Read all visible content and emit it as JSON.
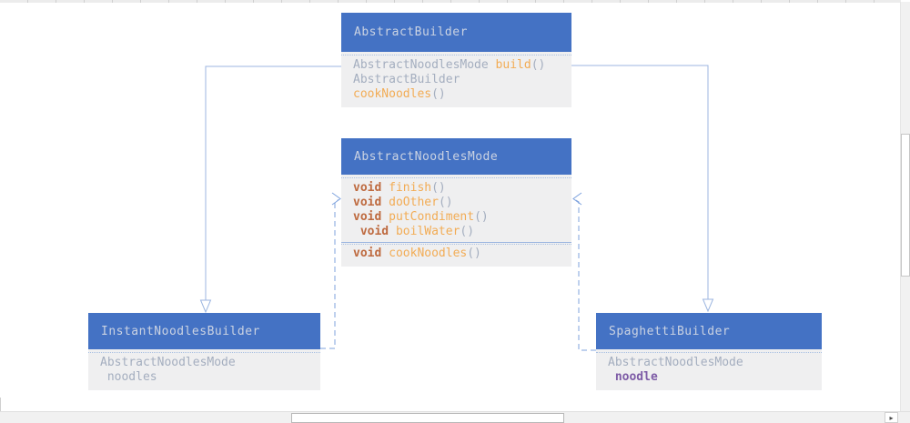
{
  "palette": {
    "header_bg": "#4472C4",
    "header_text": "#CBD3E2",
    "body_bg": "#EFEFF0",
    "text_gray": "#A4AEBF",
    "text_orange": "#F2AC55",
    "text_keyword": "#BE6A3F",
    "text_purple": "#7D5BA6",
    "divider": "#A9C0E2",
    "connector": "#9CB6E0",
    "connector_dashed": "#7FA3DE",
    "scroll_track": "#F1F1F1"
  },
  "classes": [
    {
      "title": "AbstractBuilder",
      "sections": [
        {
          "lines": [
            {
              "tokens": [
                {
                  "t": "AbstractNoodlesMode ",
                  "s": "gray"
                },
                {
                  "t": "build",
                  "s": "orange"
                },
                {
                  "t": "()",
                  "s": "gray"
                }
              ]
            },
            {
              "tokens": [
                {
                  "t": "AbstractBuilder",
                  "s": "gray"
                }
              ]
            },
            {
              "tokens": [
                {
                  "t": "cookNoodles",
                  "s": "orange"
                },
                {
                  "t": "()",
                  "s": "gray"
                }
              ]
            }
          ]
        }
      ]
    },
    {
      "title": "AbstractNoodlesMode",
      "sections": [
        {
          "lines": [
            {
              "tokens": [
                {
                  "t": "void ",
                  "s": "keyword"
                },
                {
                  "t": "finish",
                  "s": "orange"
                },
                {
                  "t": "()",
                  "s": "gray"
                }
              ]
            },
            {
              "tokens": [
                {
                  "t": "void ",
                  "s": "keyword"
                },
                {
                  "t": "doOther",
                  "s": "orange"
                },
                {
                  "t": "()",
                  "s": "gray"
                }
              ]
            },
            {
              "tokens": [
                {
                  "t": "void ",
                  "s": "keyword"
                },
                {
                  "t": "putCondiment",
                  "s": "orange"
                },
                {
                  "t": "()",
                  "s": "gray"
                }
              ]
            },
            {
              "tokens": [
                {
                  "t": " void ",
                  "s": "keyword"
                },
                {
                  "t": "boilWater",
                  "s": "orange"
                },
                {
                  "t": "()",
                  "s": "gray"
                }
              ]
            }
          ]
        },
        {
          "lines": [
            {
              "tokens": [
                {
                  "t": "void ",
                  "s": "keyword"
                },
                {
                  "t": "cookNoodles",
                  "s": "orange"
                },
                {
                  "t": "()",
                  "s": "gray"
                }
              ]
            }
          ]
        }
      ]
    },
    {
      "title": "InstantNoodlesBuilder",
      "sections": [
        {
          "lines": [
            {
              "tokens": [
                {
                  "t": "AbstractNoodlesMode",
                  "s": "gray"
                }
              ]
            },
            {
              "tokens": [
                {
                  "t": " noodles",
                  "s": "gray"
                }
              ]
            }
          ]
        }
      ]
    },
    {
      "title": "SpaghettiBuilder",
      "sections": [
        {
          "lines": [
            {
              "tokens": [
                {
                  "t": "AbstractNoodlesMode",
                  "s": "gray"
                }
              ]
            },
            {
              "tokens": [
                {
                  "t": " noodle",
                  "s": "purple"
                }
              ]
            }
          ]
        }
      ]
    }
  ],
  "icons": {
    "scroll_down_arrow": "▾",
    "scroll_right_arrow": "▸"
  }
}
